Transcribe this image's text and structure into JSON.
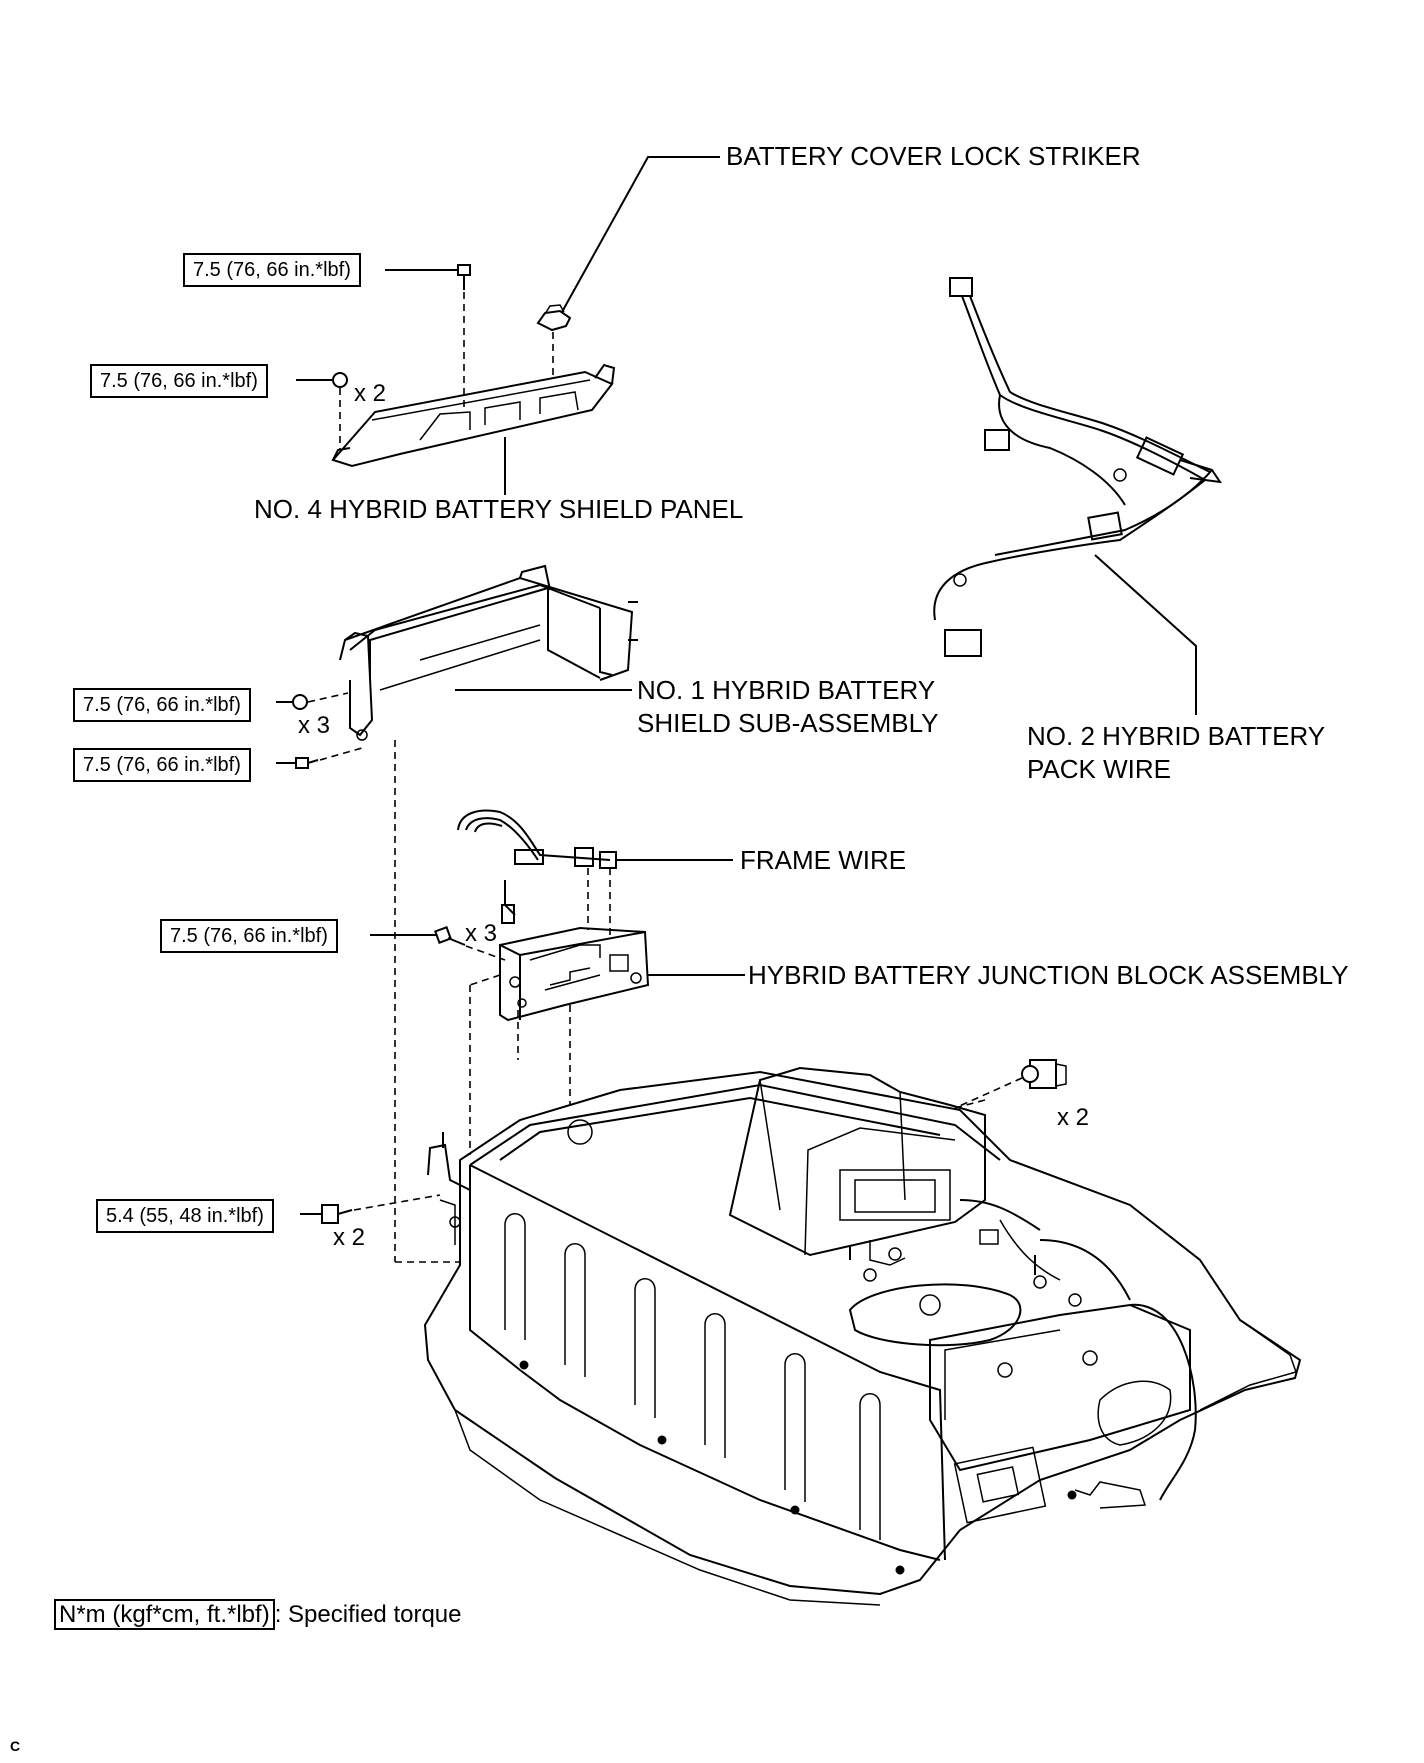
{
  "labels": {
    "battery_cover_lock_striker": "BATTERY COVER LOCK STRIKER",
    "no4_shield_panel": "NO. 4 HYBRID BATTERY SHIELD PANEL",
    "no1_shield_line1": "NO. 1 HYBRID BATTERY",
    "no1_shield_line2": "SHIELD SUB-ASSEMBLY",
    "no2_pack_wire_line1": "NO. 2 HYBRID BATTERY",
    "no2_pack_wire_line2": "PACK WIRE",
    "frame_wire": "FRAME WIRE",
    "junction_block": "HYBRID BATTERY JUNCTION BLOCK ASSEMBLY"
  },
  "torques": {
    "t1": "7.5 (76, 66 in.*lbf)",
    "t2": "7.5 (76, 66 in.*lbf)",
    "t3": "7.5 (76, 66 in.*lbf)",
    "t4": "7.5 (76, 66 in.*lbf)",
    "t5": "7.5 (76, 66 in.*lbf)",
    "t6": "5.4 (55, 48 in.*lbf)"
  },
  "multipliers": {
    "nut_panel": "x 2",
    "nut_shield": "x 3",
    "bolt_jb": "x 3",
    "bolt_lower": "x 2",
    "clip_right": "x 2"
  },
  "legend": {
    "unit": "N*m (kgf*cm, ft.*lbf)",
    "text": ": Specified torque"
  },
  "figure_code": "C"
}
